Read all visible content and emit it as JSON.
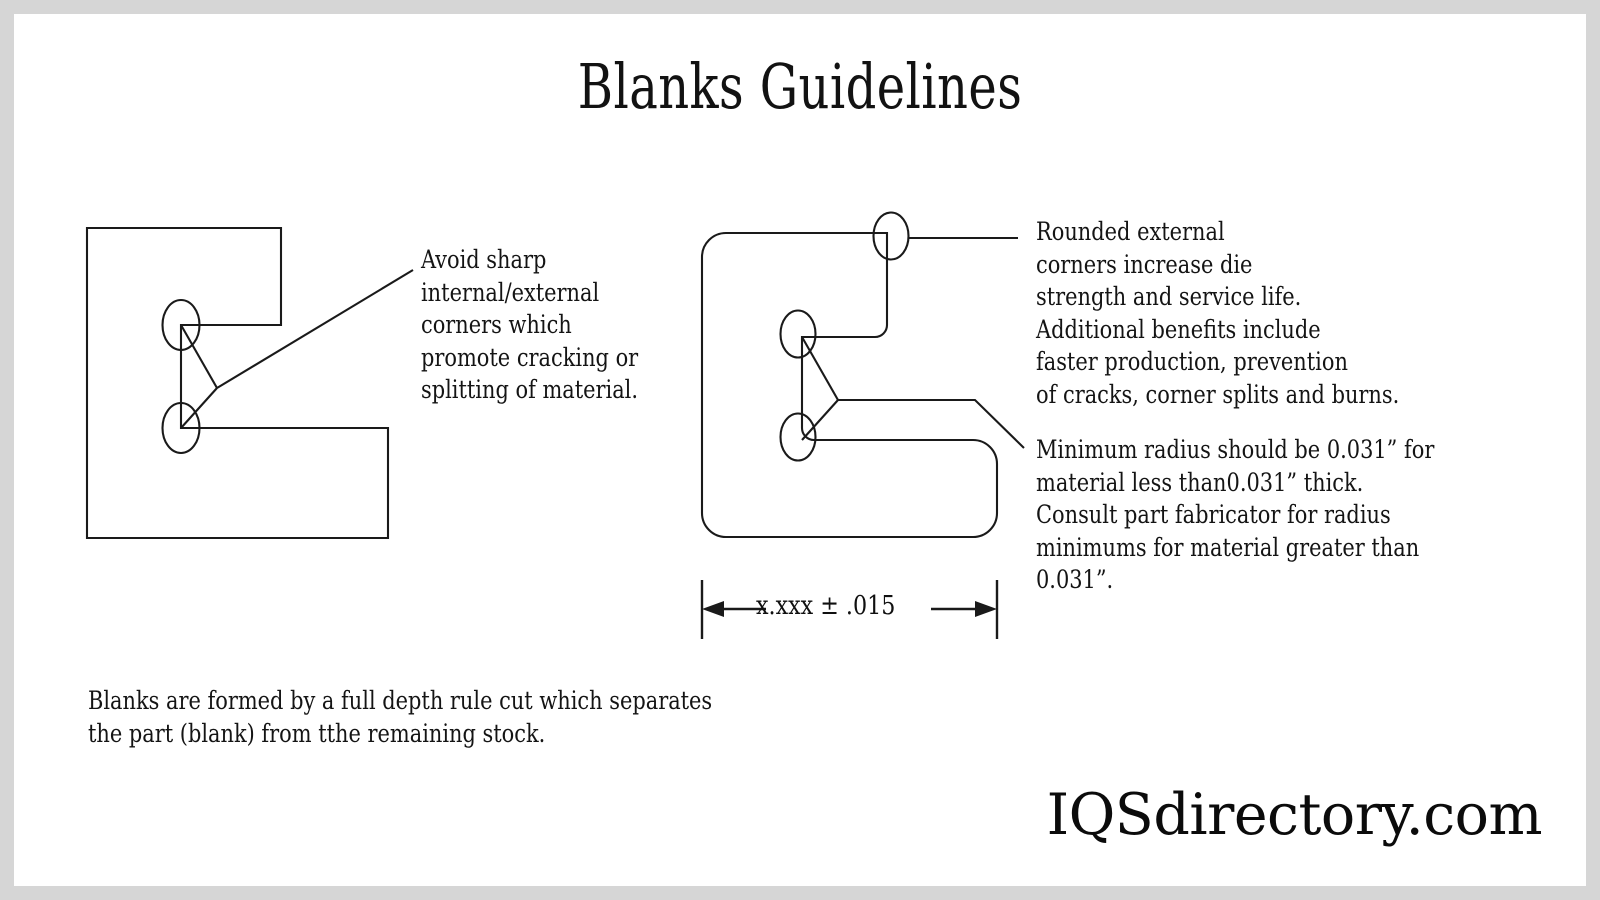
{
  "page": {
    "title": "Blanks Guidelines",
    "background_color": "#ffffff",
    "border_color": "#d6d6d6",
    "line_color": "#1a1a1a",
    "text_color": "#141414"
  },
  "left_figure": {
    "name": "sharp-corner-blank",
    "caption": "Avoid sharp\ninternal/external\ncorners which\npromote cracking or\nsplitting of material.",
    "annotation_markers": 2,
    "corner_style": "sharp"
  },
  "right_figure": {
    "name": "rounded-corner-blank",
    "caption_1": "Rounded external\ncorners increase die\nstrength and service life.\nAdditional benefits include\nfaster production, prevention\nof cracks, corner splits and burns.",
    "caption_2": "Minimum radius should be 0.031” for\nmaterial less than0.031” thick.\nConsult part fabricator for radius\nminimums for material greater than\n0.031”.",
    "annotation_markers": 3,
    "corner_style": "rounded",
    "dimension_label": "x.xxx  ± .015"
  },
  "footer": {
    "note": "Blanks are formed by a full depth rule cut which separates\nthe part (blank) from tthe remaining stock.",
    "brand": "IQSdirectory.com"
  }
}
